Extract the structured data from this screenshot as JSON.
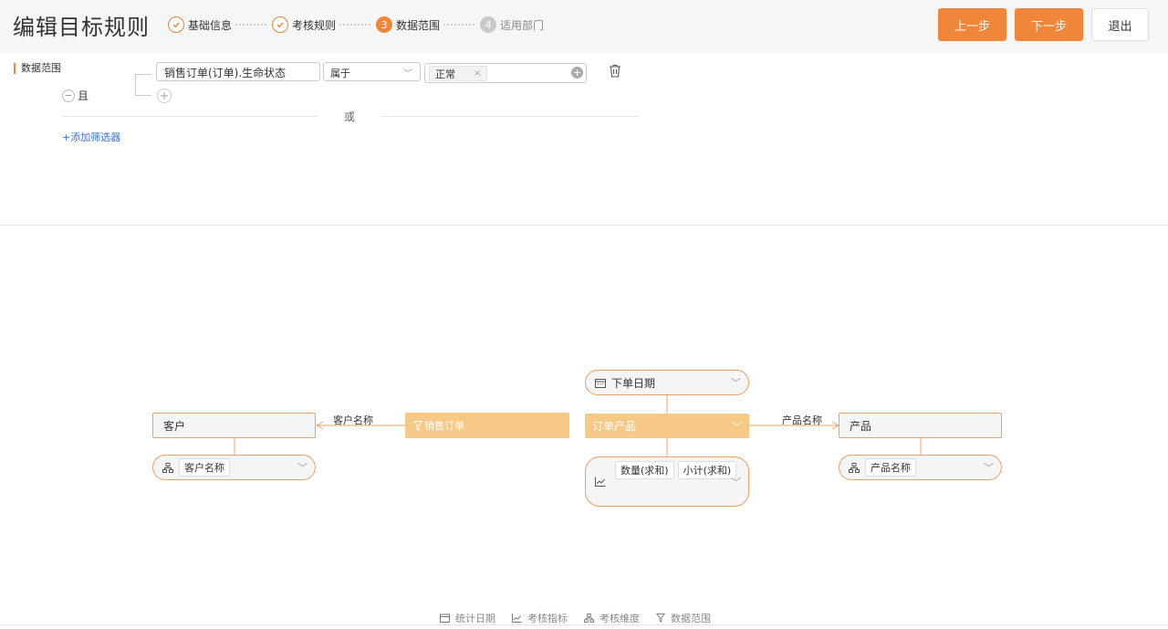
{
  "header": {
    "title": "编辑目标规则",
    "steps": [
      {
        "num": "",
        "label": "基础信息",
        "state": "done"
      },
      {
        "num": "",
        "label": "考核规则",
        "state": "done"
      },
      {
        "num": "3",
        "label": "数据范围",
        "state": "active"
      },
      {
        "num": "4",
        "label": "适用部门",
        "state": "todo"
      }
    ],
    "prev_label": "上一步",
    "next_label": "下一步",
    "exit_label": "退出"
  },
  "filter": {
    "section_label": "数据范围",
    "and_label": "且",
    "field": "销售订单(订单).生命状态",
    "operator": "属于",
    "value_tag": "正常",
    "or_label": "或",
    "add_filter_label": "+添加筛选器"
  },
  "diagram": {
    "customer": "客户",
    "customer_dim_chip": "客户名称",
    "edge_left_label": "客户名称",
    "sales_order": "销售订单",
    "order_product": "订单产品",
    "order_date_chip": "下单日期",
    "metric_chips": [
      "数量(求和)",
      "小计(求和)"
    ],
    "edge_right_label": "产品名称",
    "product": "产品",
    "product_dim_chip": "产品名称"
  },
  "legend": [
    "统计日期",
    "考核指标",
    "考核维度",
    "数据范围"
  ],
  "colors": {
    "accent": "#f0863a",
    "node_border": "#f0a060",
    "node_fill": "#f7c987",
    "link": "#3a74e0"
  }
}
